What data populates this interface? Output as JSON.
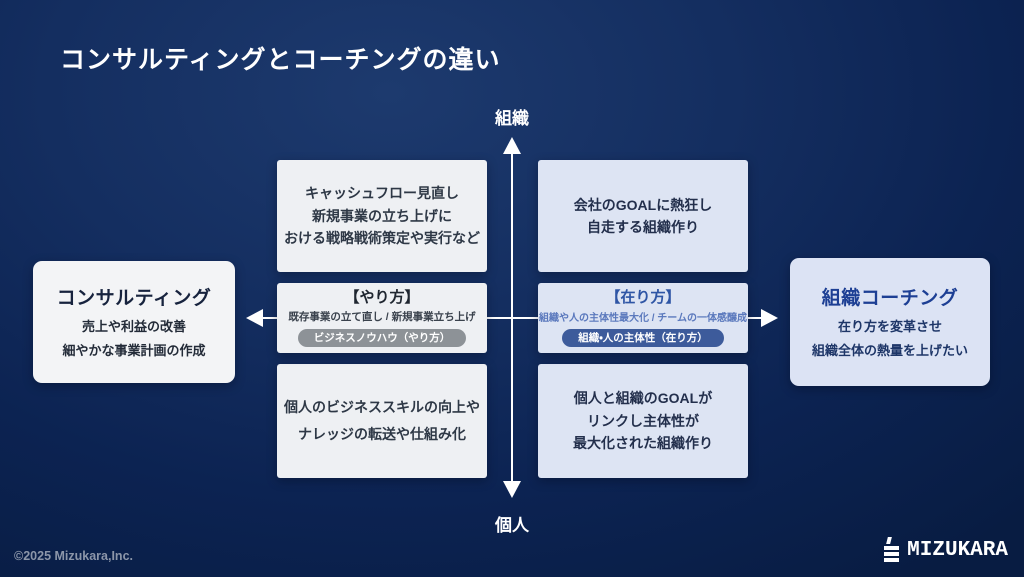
{
  "title": "コンサルティングとコーチングの違い",
  "axes": {
    "top": "組織",
    "bottom": "個人"
  },
  "left_panel": {
    "title": "コンサルティング",
    "lines": [
      "売上や利益の改善",
      "細やかな事業計画の作成"
    ]
  },
  "right_panel": {
    "title": "組織コーチング",
    "lines": [
      "在り方を変革させ",
      "組織全体の熱量を上げたい"
    ]
  },
  "quadrants": {
    "top_left": {
      "lines": [
        "キャッシュフロー見直し",
        "新規事業の立ち上げに",
        "おける戦略戦術策定や実行など"
      ]
    },
    "top_right": {
      "lines": [
        "会社のGOALに熱狂し",
        "自走する組織作り"
      ]
    },
    "bottom_left": {
      "lines": [
        "個人のビジネススキルの向上や",
        "ナレッジの転送や仕組み化"
      ]
    },
    "bottom_right": {
      "lines": [
        "個人と組織のGOALが",
        "リンクし主体性が",
        "最大化された組織作り"
      ]
    }
  },
  "center_left": {
    "heading": "【やり方】",
    "subtext": "既存事業の立て直し / 新規事業立ち上げ",
    "pill": "ビジネスノウハウ（やり方）"
  },
  "center_right": {
    "heading": "【在り方】",
    "subtext": "組織や人の主体性最大化 / チームの一体感醸成",
    "pill": "組織・人の主体性（在り方）"
  },
  "footer": {
    "copyright": "©2025 Mizukara,Inc.",
    "logo_text": "MIZUKARA"
  },
  "colors": {
    "background_navy": "#0c2352",
    "box_gray": "#eef0f3",
    "box_blue": "#dde4f3",
    "pill_gray": "#8d9297",
    "pill_navy": "#3d5b9b",
    "accent_blue_text": "#2e55a5",
    "right_title_navy": "#1d3f94"
  }
}
